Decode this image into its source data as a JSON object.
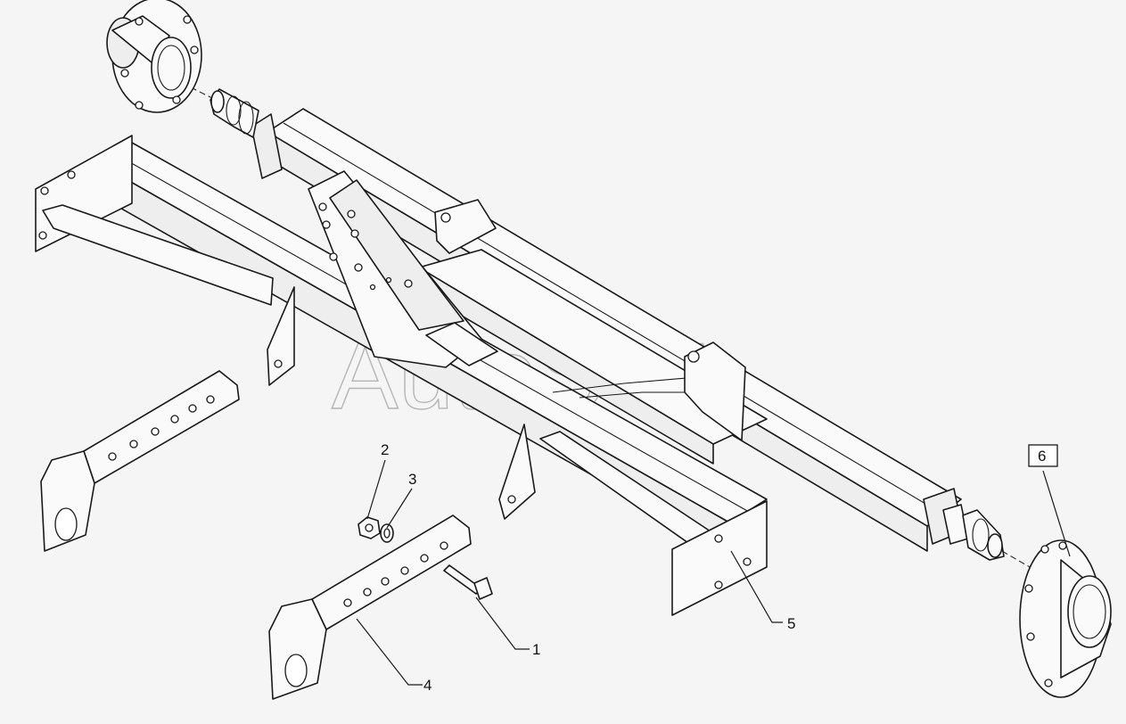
{
  "watermark": "AutoSoft",
  "callouts": [
    {
      "id": "1",
      "label": "1"
    },
    {
      "id": "2",
      "label": "2"
    },
    {
      "id": "3",
      "label": "3"
    },
    {
      "id": "4",
      "label": "4"
    },
    {
      "id": "5",
      "label": "5"
    },
    {
      "id": "6",
      "label": "6",
      "boxed": true
    }
  ]
}
